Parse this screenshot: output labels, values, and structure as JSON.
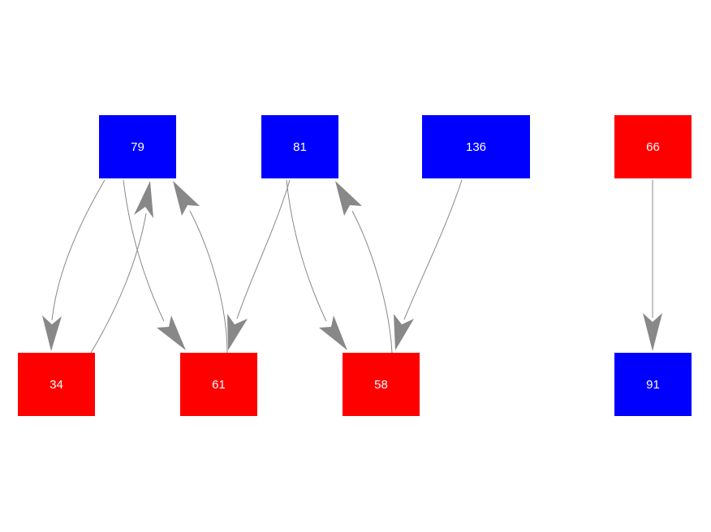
{
  "colors": {
    "blue": "#0000ff",
    "red": "#ff0000",
    "edge": "#888888",
    "label": "#ffffff"
  },
  "nodes": [
    {
      "id": "n79",
      "label": "79",
      "color": "blue"
    },
    {
      "id": "n81",
      "label": "81",
      "color": "blue"
    },
    {
      "id": "n136",
      "label": "136",
      "color": "blue"
    },
    {
      "id": "n66",
      "label": "66",
      "color": "red"
    },
    {
      "id": "n34",
      "label": "34",
      "color": "red"
    },
    {
      "id": "n61",
      "label": "61",
      "color": "red"
    },
    {
      "id": "n58",
      "label": "58",
      "color": "red"
    },
    {
      "id": "n91",
      "label": "91",
      "color": "blue"
    }
  ],
  "edges": [
    {
      "from": "79",
      "to": "34"
    },
    {
      "from": "34",
      "to": "79"
    },
    {
      "from": "79",
      "to": "61"
    },
    {
      "from": "61",
      "to": "79"
    },
    {
      "from": "81",
      "to": "61"
    },
    {
      "from": "81",
      "to": "58"
    },
    {
      "from": "58",
      "to": "81"
    },
    {
      "from": "136",
      "to": "58"
    },
    {
      "from": "66",
      "to": "91"
    }
  ]
}
